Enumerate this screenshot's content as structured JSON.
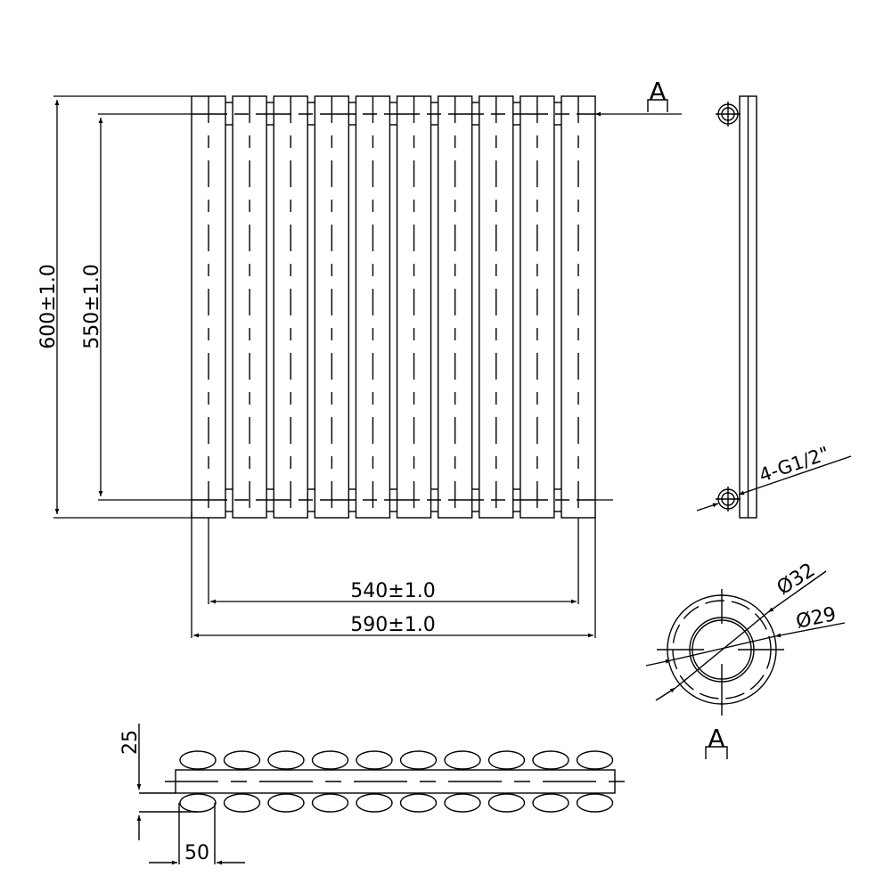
{
  "drawing": {
    "front_view": {
      "tube_count": 10,
      "dim_height_outer": "600±1.0",
      "dim_height_centers": "550±1.0",
      "dim_width_centers": "540±1.0",
      "dim_width_outer": "590±1.0"
    },
    "section_marker": "A",
    "side_view": {
      "connection_label": "4-G1/2\""
    },
    "tube_section": {
      "outer_diameter": "Ø32",
      "inner_diameter": "Ø29"
    },
    "top_view": {
      "dim_depth": "25",
      "dim_tube_width": "50"
    },
    "line_color": "#000000"
  }
}
